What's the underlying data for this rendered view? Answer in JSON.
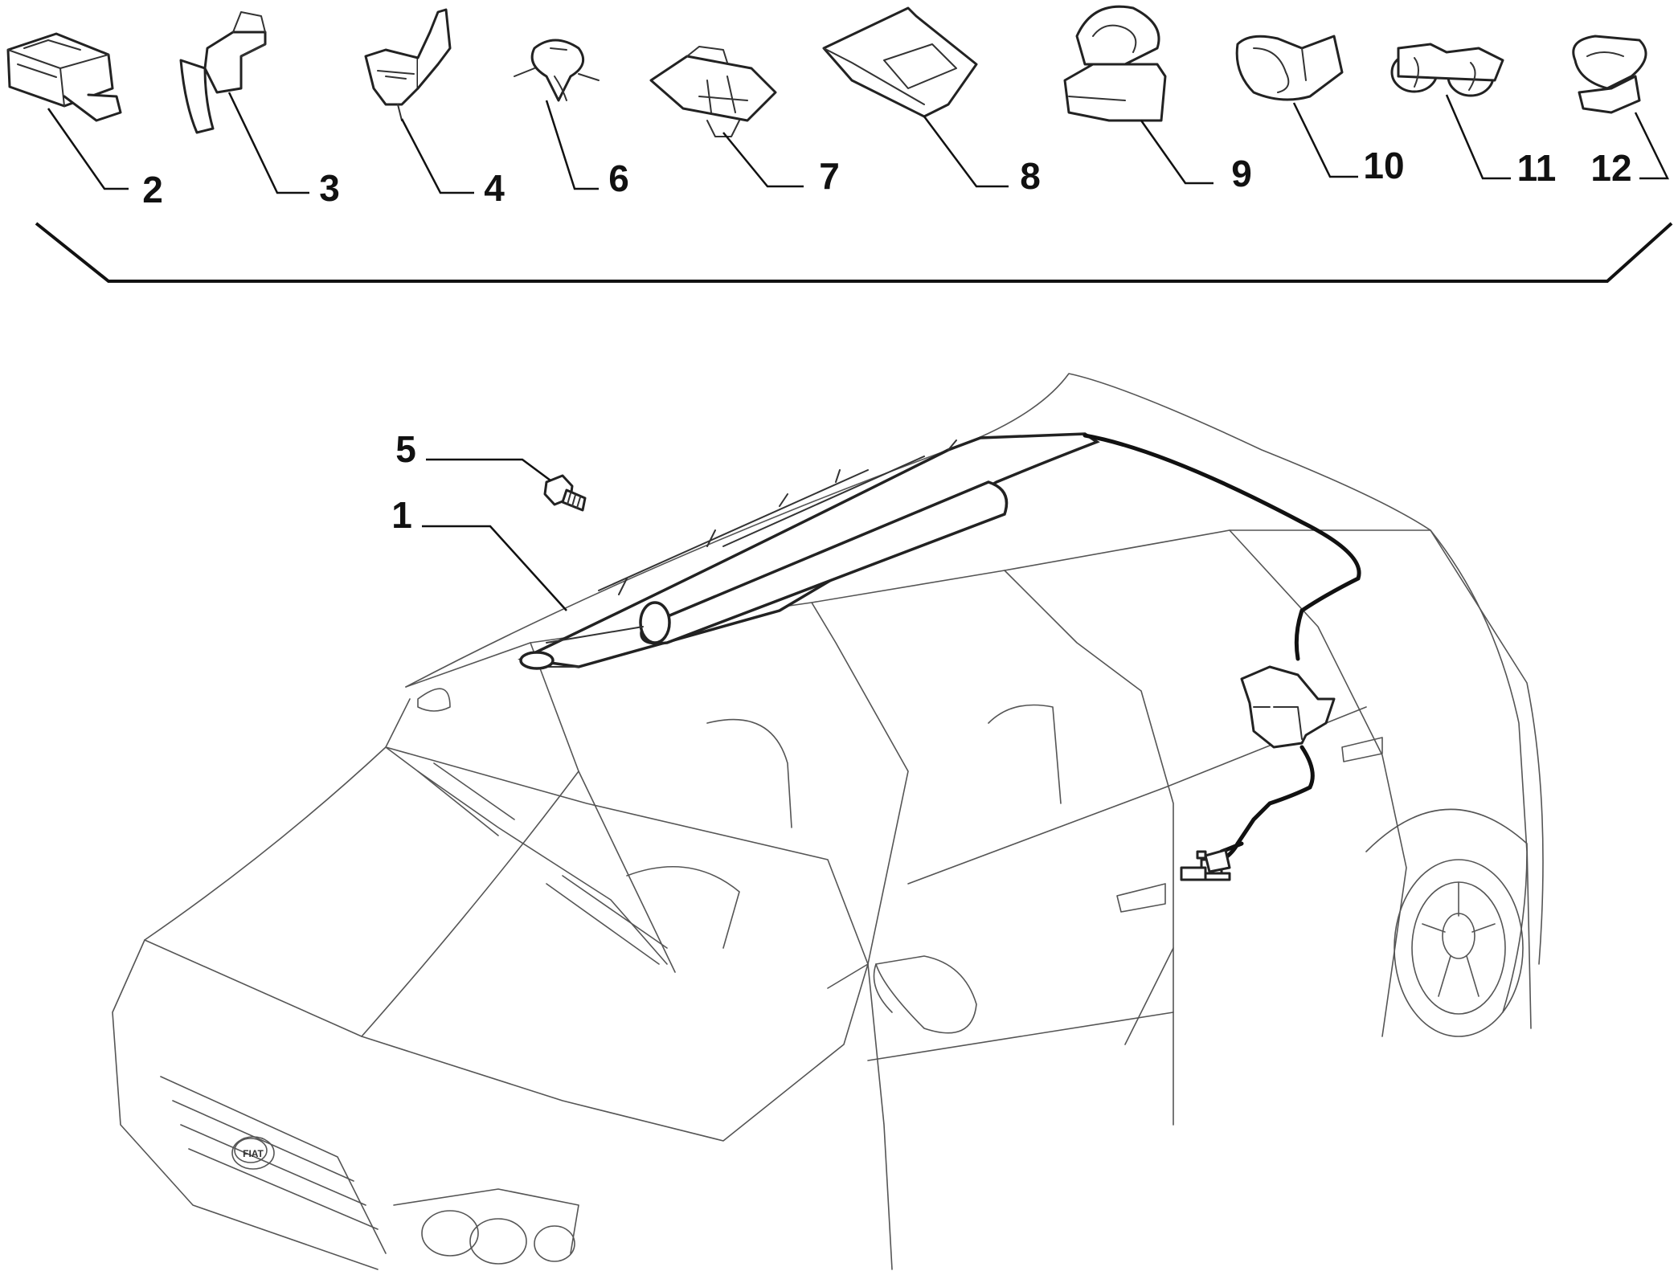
{
  "diagram": {
    "callouts": [
      {
        "id": "2",
        "label": "2"
      },
      {
        "id": "3",
        "label": "3"
      },
      {
        "id": "4",
        "label": "4"
      },
      {
        "id": "6",
        "label": "6"
      },
      {
        "id": "7",
        "label": "7"
      },
      {
        "id": "8",
        "label": "8"
      },
      {
        "id": "9",
        "label": "9"
      },
      {
        "id": "10",
        "label": "10"
      },
      {
        "id": "11",
        "label": "11"
      },
      {
        "id": "12",
        "label": "12"
      },
      {
        "id": "5",
        "label": "5"
      },
      {
        "id": "1",
        "label": "1"
      }
    ],
    "badge_text": "FIAT"
  }
}
